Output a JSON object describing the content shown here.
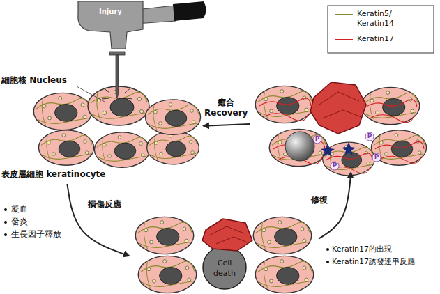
{
  "diagram": {
    "nodes": [
      {
        "text": [
          "表皮層細胞 keratinocyte"
        ]
      },
      {
        "text": [
          "Cell death"
        ]
      },
      {
        "text": [
          "P",
          "P",
          "P",
          "P"
        ]
      }
    ],
    "edges": [
      {
        "from": 0,
        "to": 1,
        "label": "損傷反應",
        "arrow": "to"
      },
      {
        "from": 1,
        "to": 2,
        "label": "修復",
        "arrow": "to"
      },
      {
        "from": 2,
        "to": 0,
        "label": "癒合 Recovery",
        "arrow": "to"
      }
    ],
    "labels": [
      "Injury",
      "細胞核 Nucleus",
      "凝血",
      "發炎",
      "生長因子釋放",
      "Keratin17的出現",
      "Keratin17誘發連串反應"
    ],
    "legend": [
      {
        "text": "Keratin5/ Keratin14"
      },
      {
        "text": "Keratin17"
      }
    ]
  }
}
